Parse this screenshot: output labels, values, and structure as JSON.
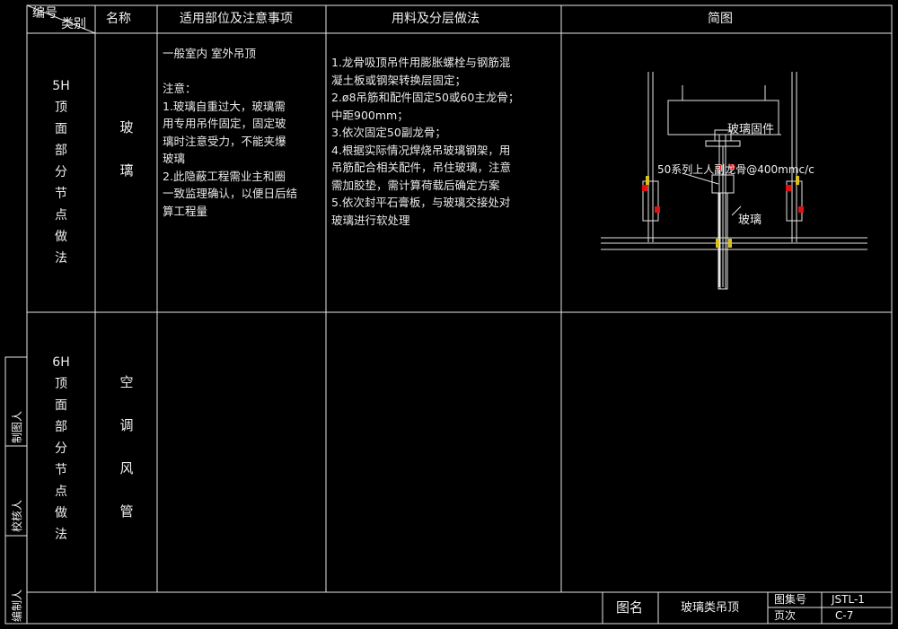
{
  "header": {
    "number_label": "编号",
    "category_label": "类别",
    "name_col": "名称",
    "usage_col": "适用部位及注意事项",
    "method_col": "用料及分层做法",
    "sketch_col": "简图"
  },
  "rows": [
    {
      "code": "5H\n顶\n面\n部\n分\n节\n点\n做\n法",
      "name": "玻\n璃",
      "usage": "一般室内 室外吊顶\n\n注意：\n1.玻璃自重过大，玻璃需\n用专用吊件固定，固定玻\n璃时注意受力，不能夹爆\n玻璃\n2.此隐蔽工程需业主和圈\n一致监理确认，以便日后结\n算工程量",
      "method": "1.龙骨吸顶吊件用膨胀螺栓与钢筋混\n凝土板或钢架转换层固定；\n2.ø8吊筋和配件固定50或60主龙骨；\n中距900mm；\n3.依次固定50副龙骨；\n4.根据实际情况焊烧吊玻璃钢架，用\n吊筋配合相关配件，吊住玻璃，注意\n需加胶垫，需计算荷载后确定方案\n5.依次封平石膏板，与玻璃交接处对\n玻璃进行软处理"
    },
    {
      "code": "6H\n顶\n面\n部\n分\n节\n点\n做\n法",
      "name": "空\n调\n风\n管",
      "usage": "",
      "method": ""
    }
  ],
  "sketch_labels": {
    "glass_fixing": "玻璃固件",
    "keel": "50系列上人副龙骨@400mmc/c",
    "glass": "玻璃"
  },
  "side_labels": {
    "drawer": "制图人",
    "checker": "校核人",
    "compiler": "编制人"
  },
  "title_block": {
    "drawing_name_label": "图名",
    "drawing_name": "玻璃类吊顶",
    "atlas_no_label": "图集号",
    "atlas_no": "JSTL-1",
    "page_label": "页次",
    "page_no": "C-7"
  },
  "colors": {
    "background": "#000000",
    "line": "#e6e6e6",
    "accent_red": "#e01010"
  }
}
